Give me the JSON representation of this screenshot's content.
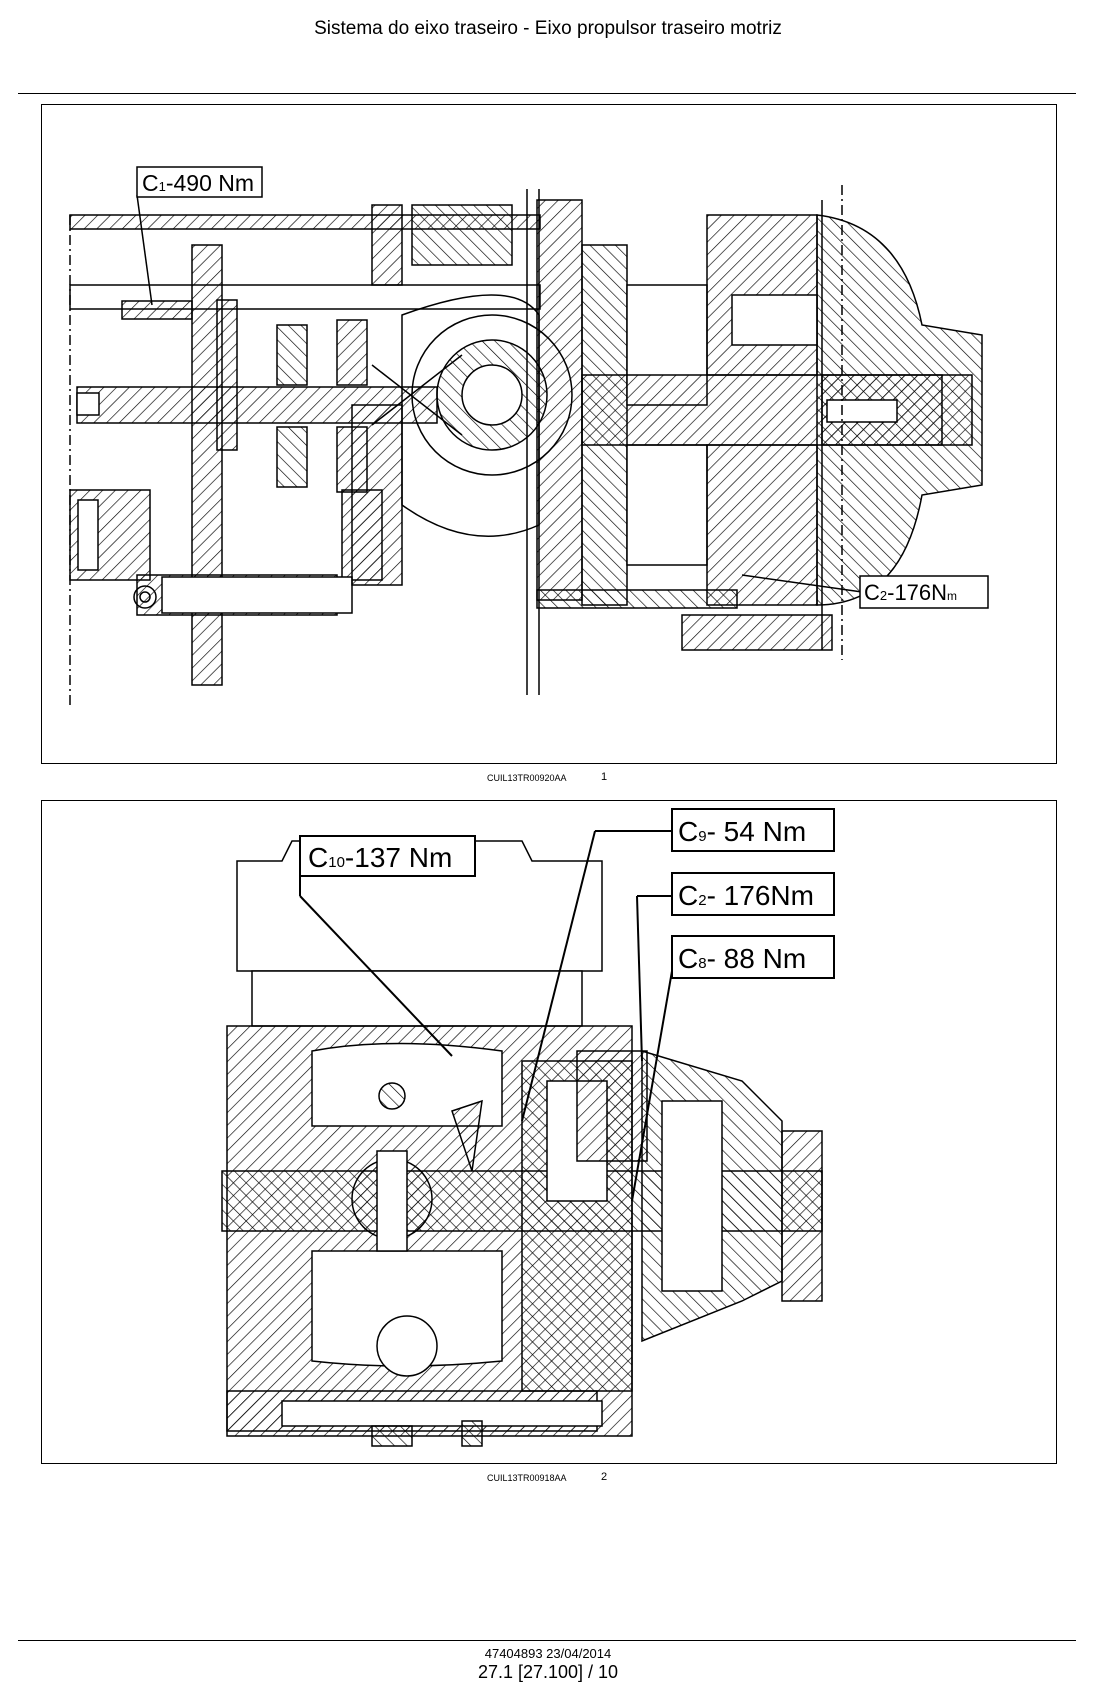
{
  "header": {
    "title": "Sistema do eixo traseiro - Eixo propulsor traseiro motriz"
  },
  "figure1": {
    "callouts": [
      {
        "id": "c1",
        "letter": "C",
        "sub": "1",
        "value": "-490 Nm"
      },
      {
        "id": "c2",
        "letter": "C",
        "sub": "2",
        "value": "-176N",
        "suffix": "m"
      }
    ],
    "caption": {
      "code": "CUIL13TR00920AA",
      "number": "1"
    }
  },
  "figure2": {
    "callouts": [
      {
        "id": "c10",
        "letter": "C",
        "sub": "10",
        "value": "-137 Nm"
      },
      {
        "id": "c9",
        "letter": "C",
        "sub": "9",
        "value": "- 54 Nm"
      },
      {
        "id": "c2",
        "letter": "C",
        "sub": "2",
        "value": "- 176Nm"
      },
      {
        "id": "c8",
        "letter": "C",
        "sub": "8",
        "value": "-  88 Nm"
      }
    ],
    "caption": {
      "code": "CUIL13TR00918AA",
      "number": "2"
    }
  },
  "footer": {
    "doc": "47404893 23/04/2014",
    "page": "27.1 [27.100] / 10"
  }
}
